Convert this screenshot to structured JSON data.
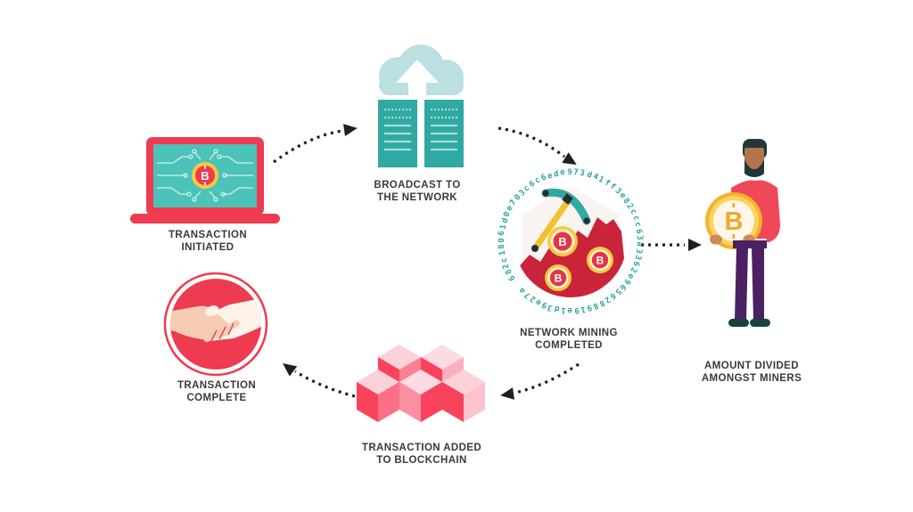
{
  "steps": [
    {
      "id": "transaction-initiated",
      "icon": "laptop-bitcoin-icon",
      "label_line1": "TRANSACTION",
      "label_line2": "INITIATED"
    },
    {
      "id": "broadcast-to-network",
      "icon": "cloud-upload-servers-icon",
      "label_line1": "BROADCAST TO",
      "label_line2": "THE NETWORK"
    },
    {
      "id": "network-mining-completed",
      "icon": "mining-pickaxe-icon",
      "label_line1": "NETWORK MINING",
      "label_line2": "COMPLETED"
    },
    {
      "id": "amount-divided-miners",
      "icon": "miner-holding-bitcoin-icon",
      "label_line1": "AMOUNT DIVIDED",
      "label_line2": "AMONGST MINERS"
    },
    {
      "id": "transaction-added",
      "icon": "blockchain-cubes-icon",
      "label_line1": "TRANSACTION ADDED",
      "label_line2": "TO BLOCKCHAIN"
    },
    {
      "id": "transaction-complete",
      "icon": "handshake-icon",
      "label_line1": "TRANSACTION",
      "label_line2": "COMPLETE"
    }
  ],
  "mining_hash_text": "682c18061d0e703c6c6ede973d41ff3e82ccc63a3362e9656288919e1d39e27a",
  "bitcoin_symbol": "B",
  "colors": {
    "brand_red": "#ee3b4f",
    "mountain_red": "#c9243a",
    "teal": "#2fa9a2",
    "screen_teal": "#4cc3b9",
    "cloud_blue": "#bcdfe2",
    "hash_teal": "#2ba49c",
    "coin_gold": "#f2b42d",
    "coin_yellow": "#f5c93c",
    "cube_pink_top": "#fbd2da",
    "cube_pink_left": "#f8445b",
    "cube_pink_right": "#fa8fa2",
    "pants_purple": "#4a2162",
    "skin": "#b5744d",
    "label_text": "#3d3938",
    "arrow_black": "#1f1f1f"
  }
}
